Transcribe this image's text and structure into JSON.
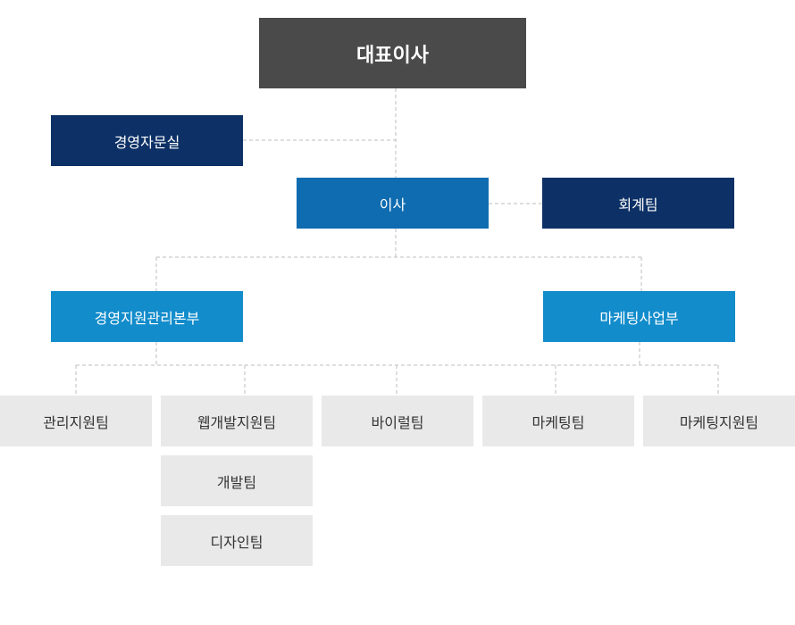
{
  "ceo": {
    "label": "대표이사"
  },
  "secretary": {
    "label": "경영자문실"
  },
  "director": {
    "label": "이사"
  },
  "accounting": {
    "label": "회계팀"
  },
  "divisions": [
    {
      "label": "경영지원관리본부"
    },
    {
      "label": "마케팅사업부"
    }
  ],
  "teams": [
    {
      "label": "관리지원팀"
    },
    {
      "label": "웹개발지원팀"
    },
    {
      "label": "바이럴팀"
    },
    {
      "label": "마케팅팀"
    },
    {
      "label": "마케팅지원팀"
    }
  ],
  "subteams": [
    {
      "label": "개발팀"
    },
    {
      "label": "디자인팀"
    }
  ],
  "colors": {
    "ceo": "#4a4a4a",
    "navy": "#0d3166",
    "director": "#0f6cb0",
    "division": "#128ccb",
    "team": "#e9e9e9",
    "connector": "#bdbdbd"
  }
}
